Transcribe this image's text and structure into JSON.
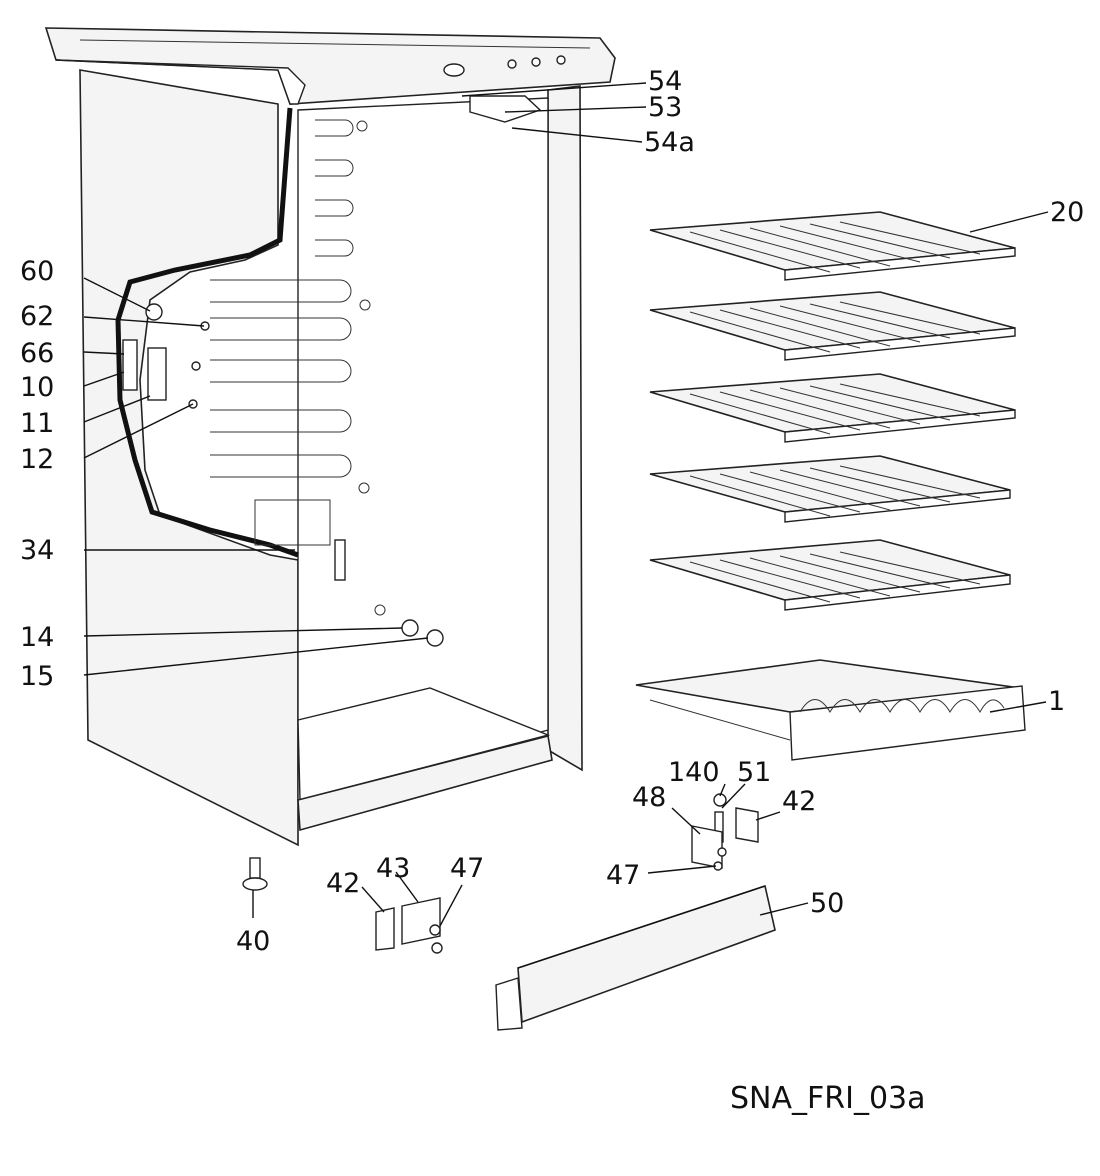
{
  "diagram": {
    "code": "SNA_FRI_03a",
    "callouts": [
      {
        "id": "54",
        "text": "54"
      },
      {
        "id": "53",
        "text": "53"
      },
      {
        "id": "54a",
        "text": "54a"
      },
      {
        "id": "20",
        "text": "20"
      },
      {
        "id": "60",
        "text": "60"
      },
      {
        "id": "62",
        "text": "62"
      },
      {
        "id": "66",
        "text": "66"
      },
      {
        "id": "10",
        "text": "10"
      },
      {
        "id": "11",
        "text": "11"
      },
      {
        "id": "12",
        "text": "12"
      },
      {
        "id": "34",
        "text": "34"
      },
      {
        "id": "14",
        "text": "14"
      },
      {
        "id": "15",
        "text": "15"
      },
      {
        "id": "1",
        "text": "1"
      },
      {
        "id": "140",
        "text": "140"
      },
      {
        "id": "51",
        "text": "51"
      },
      {
        "id": "48",
        "text": "48"
      },
      {
        "id": "42b",
        "text": "42"
      },
      {
        "id": "47b",
        "text": "47"
      },
      {
        "id": "50",
        "text": "50"
      },
      {
        "id": "42a",
        "text": "42"
      },
      {
        "id": "43",
        "text": "43"
      },
      {
        "id": "47a",
        "text": "47"
      },
      {
        "id": "40",
        "text": "40"
      }
    ]
  }
}
